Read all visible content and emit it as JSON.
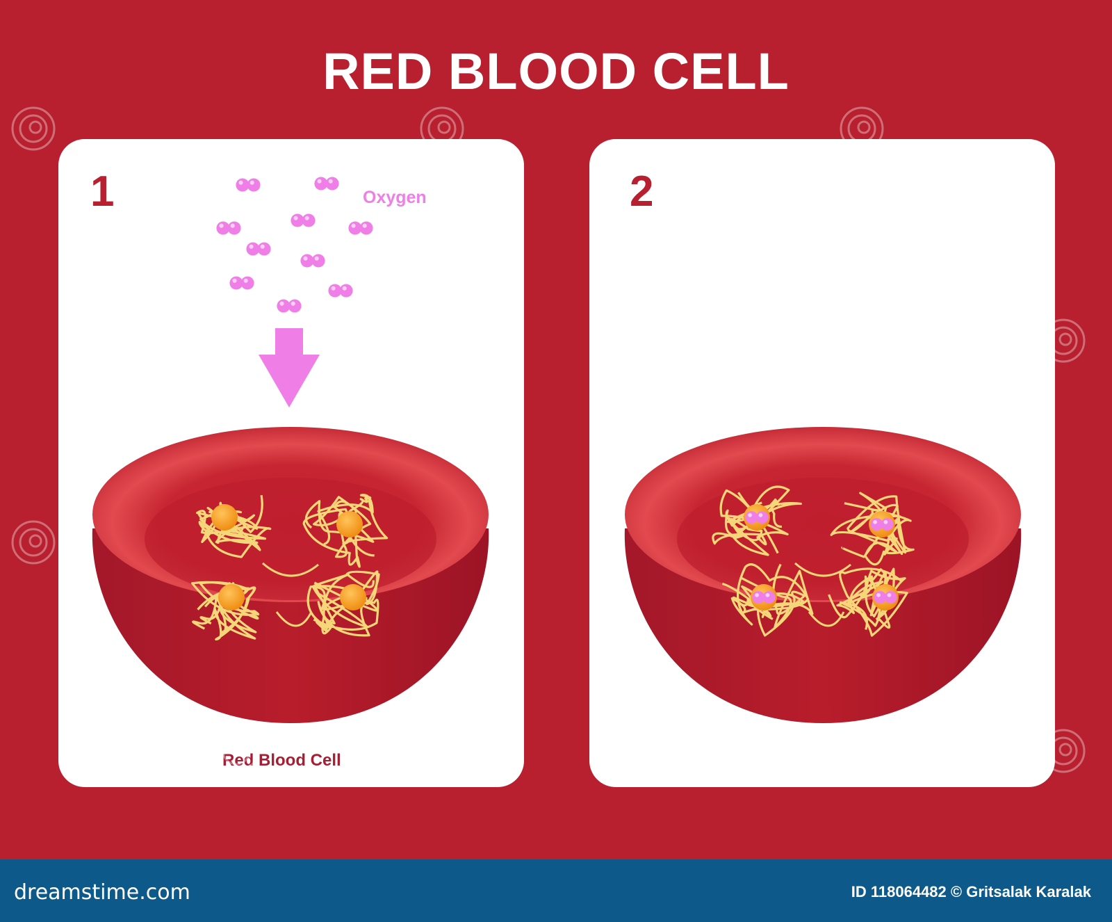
{
  "title": "RED BLOOD CELL",
  "panels": [
    {
      "number": "1",
      "oxygen_label": "Oxygen",
      "cell_caption": "Red Blood Cell"
    },
    {
      "number": "2"
    }
  ],
  "footer": {
    "brand": "dreamstime.com",
    "credit": "ID 118064482 © Gritsalak Karalak"
  },
  "colors": {
    "background": "#b8202f",
    "panel": "#ffffff",
    "oxygen": "#ef7fe6",
    "heme": "#f5a020",
    "protein_strand": "#f5d77a",
    "footer": "#0d5a8a"
  },
  "icons": [
    "oxygen-molecule-icon",
    "down-arrow-icon",
    "red-blood-cell-icon",
    "hemoglobin-icon",
    "watermark-spiral-icon"
  ]
}
